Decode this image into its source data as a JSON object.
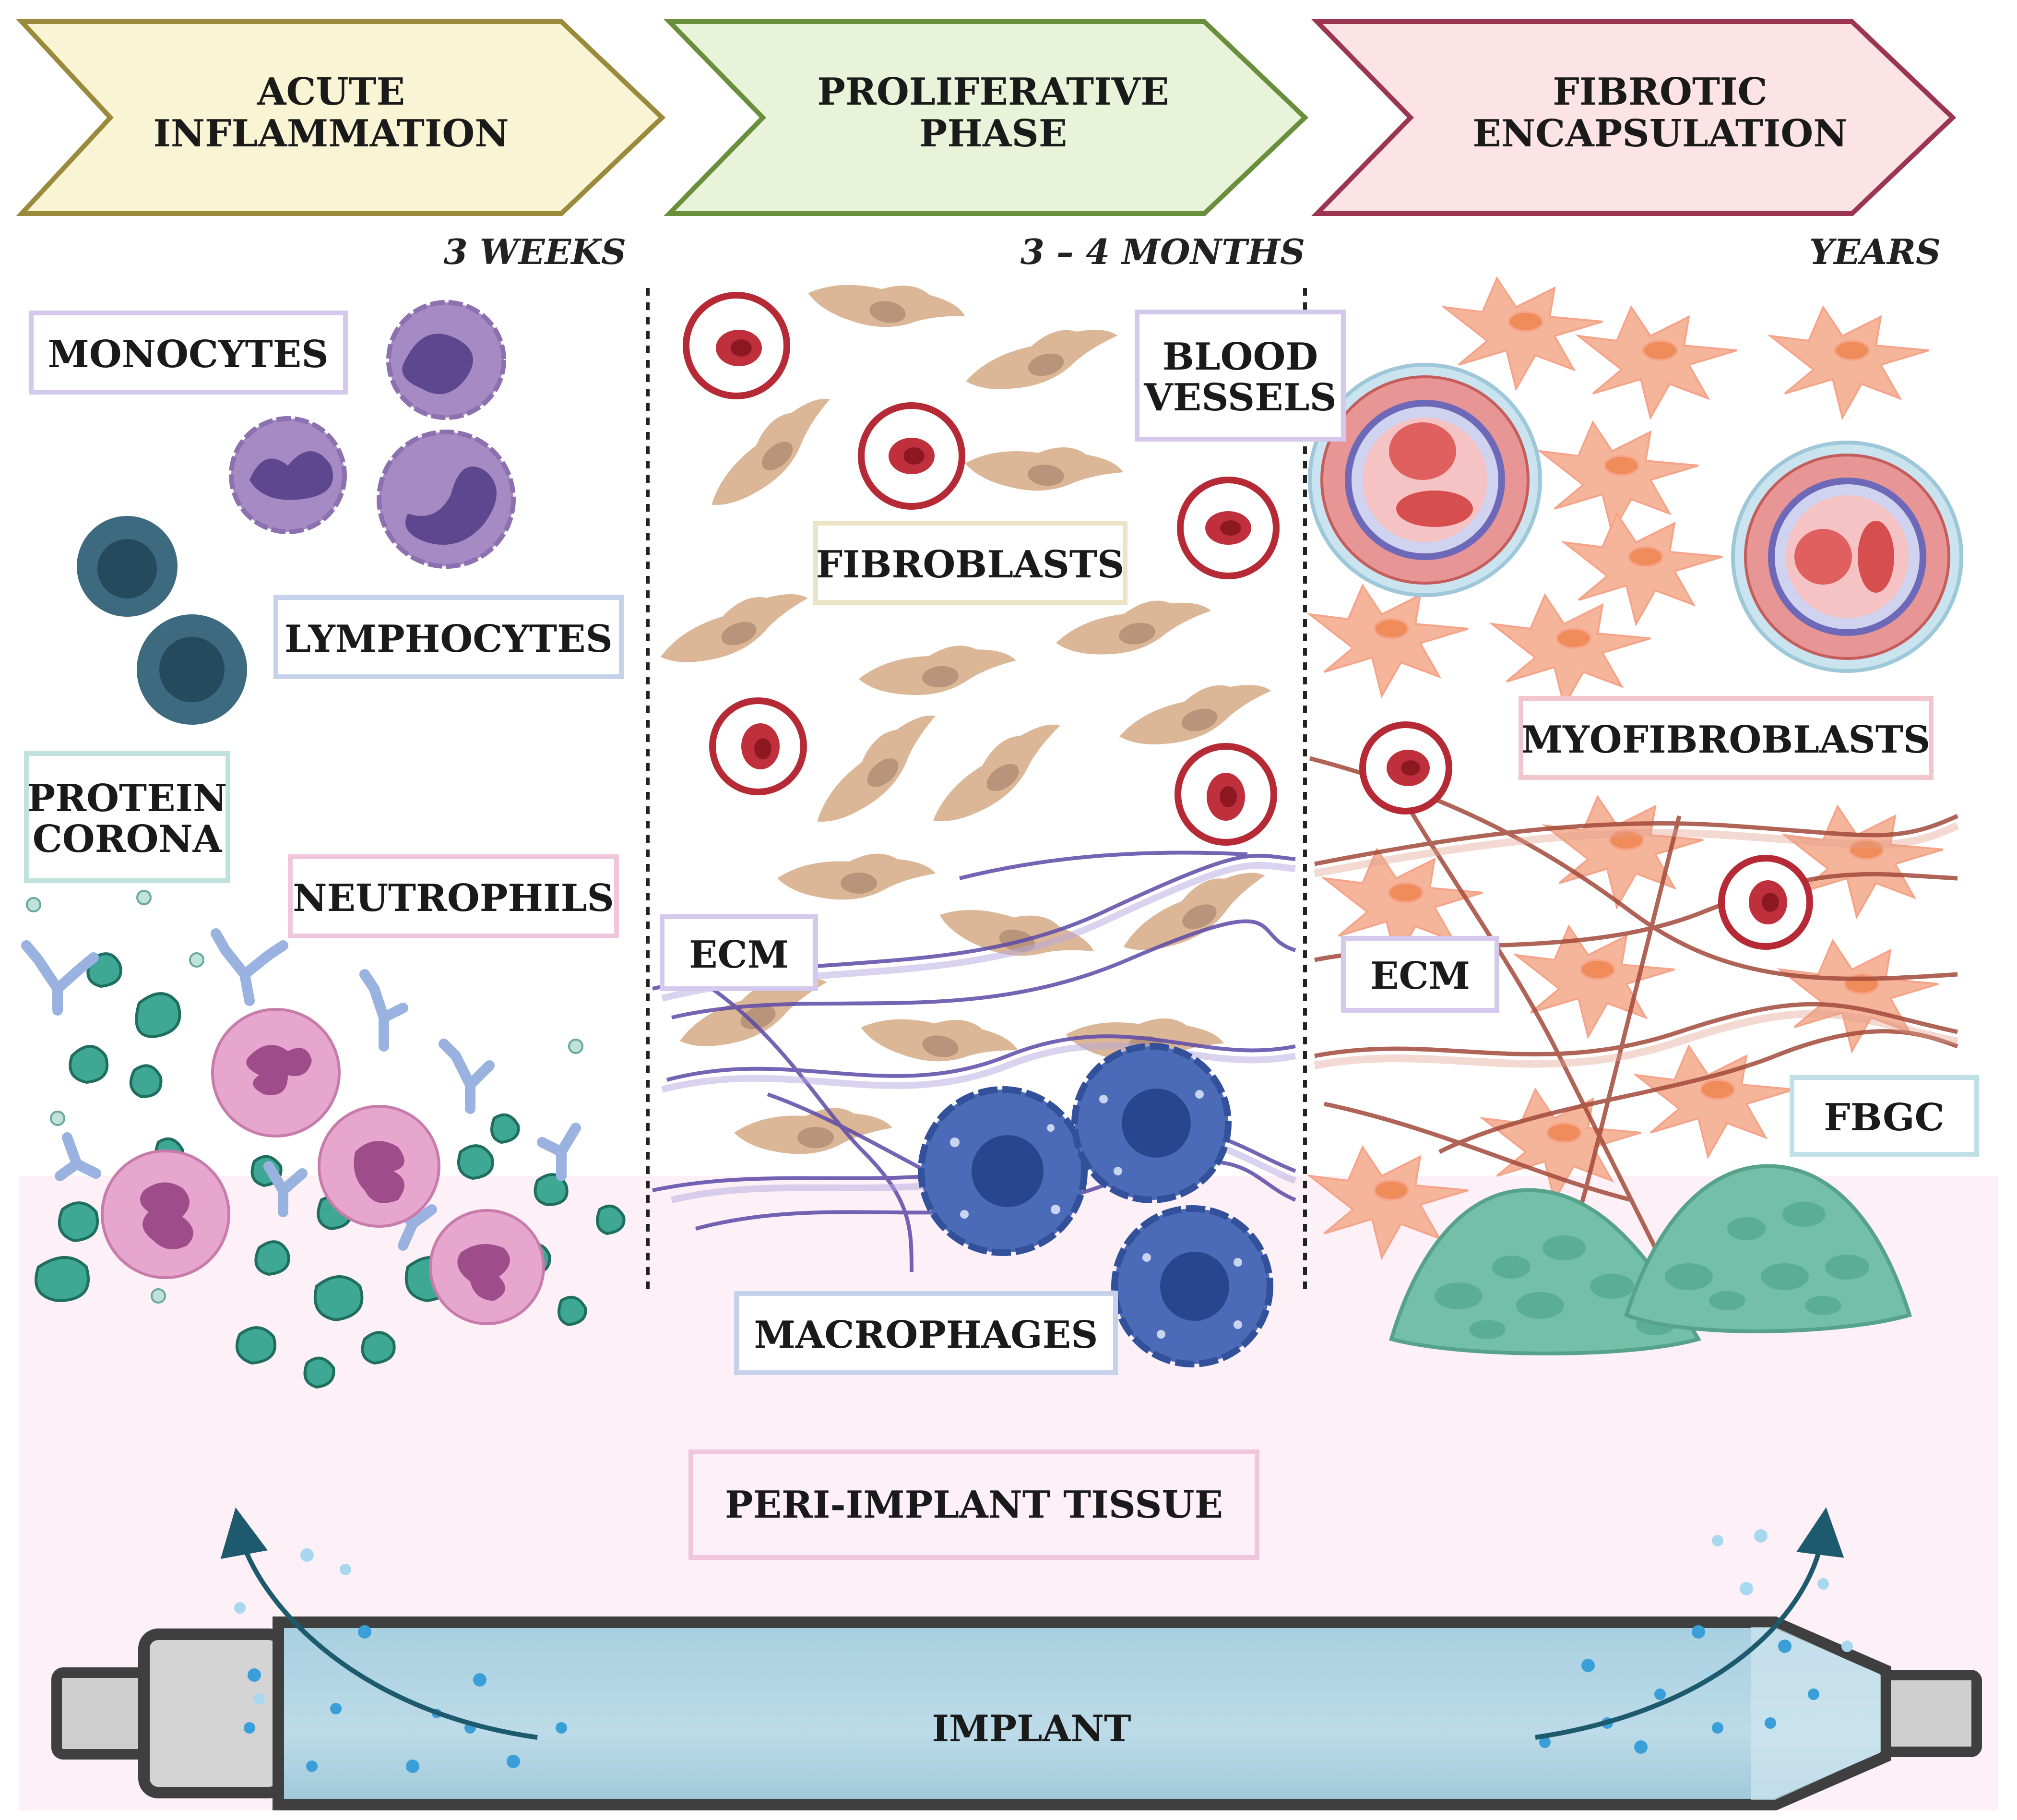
{
  "phases": [
    {
      "line1": "ACUTE",
      "line2": "INFLAMMATION",
      "duration": "3 WEEKS",
      "fill": "#f8f4d4",
      "stroke": "#9b8a3c"
    },
    {
      "line1": "PROLIFERATIVE",
      "line2": "PHASE",
      "duration": "3 – 4 MONTHS",
      "fill": "#e9f3d9",
      "stroke": "#6a8f3c"
    },
    {
      "line1": "FIBROTIC",
      "line2": "ENCAPSULATION",
      "duration": "YEARS",
      "fill": "#fbe3e6",
      "stroke": "#9c3552"
    }
  ],
  "labels": {
    "monocytes": "MONOCYTES",
    "lymphocytes": "LYMPHOCYTES",
    "protein_corona_1": "PROTEIN",
    "protein_corona_2": "CORONA",
    "neutrophils": "NEUTROPHILS",
    "fibroblasts": "FIBROBLASTS",
    "blood_vessels_1": "BLOOD",
    "blood_vessels_2": "VESSELS",
    "ecm_middle": "ECM",
    "macrophages": "MACROPHAGES",
    "myofibroblasts": "MYOFIBROBLASTS",
    "ecm_right": "ECM",
    "fbgc": "FBGC",
    "peri_implant_tissue": "PERI-IMPLANT TISSUE",
    "implant": "IMPLANT"
  },
  "colors": {
    "tissue_background": "#fdf0f7",
    "monocyte": "#a58ac4",
    "lymphocyte": "#3e6a80",
    "neutrophil": "#e6a6cd",
    "protein": "#3fa895",
    "antibody": "#9ab2e0",
    "fibroblast": "#dcb797",
    "myofibroblast": "#f5b59a",
    "red_blood_cell": "#c0303c",
    "ecm_fibers_middle": "#5b4aa8",
    "ecm_fibers_right": "#a34a3a",
    "macrophage": "#4b6bb8",
    "fbgc": "#73bfa7",
    "implant": "#b7d8e6",
    "arrow": "#1e5a6e"
  }
}
